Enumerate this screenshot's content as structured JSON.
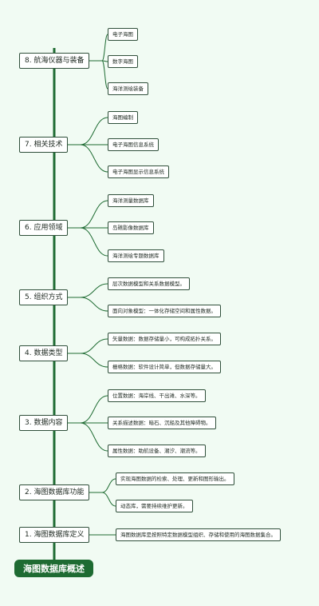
{
  "root": {
    "label": "海图数据库概述"
  },
  "colors": {
    "background": "#f1fbf3",
    "line": "#1e6b32",
    "root_fill": "#1e6b32",
    "node_border": "#2f4f3a"
  },
  "branches": [
    {
      "label": "8. 航海仪器与装备",
      "children": [
        "电子海图",
        "数字海图",
        "海洋测绘装备"
      ]
    },
    {
      "label": "7. 相关技术",
      "children": [
        "海图编制",
        "电子海图信息系统",
        "电子海图显示信息系统"
      ]
    },
    {
      "label": "6. 应用领域",
      "children": [
        "海洋测量数据库",
        "岛礁影像数据库",
        "海洋测绘专题数据库"
      ]
    },
    {
      "label": "5. 组织方式",
      "children": [
        "层次数据模型和关系数据模型。",
        "面向对象模型：一体化存储空间和属性数据。"
      ]
    },
    {
      "label": "4. 数据类型",
      "children": [
        "矢量数据：数据存储量小，可构成拓扑关系。",
        "栅格数据：软件设计简单，但数据存储量大。"
      ]
    },
    {
      "label": "3. 数据内容",
      "children": [
        "位置数据：海岸线、干出滩、水深等。",
        "关系描述数据：暗石、沉船及其他障碍物。",
        "属性数据：助航设备、潮汐、潮流等。"
      ]
    },
    {
      "label": "2. 海图数据库功能",
      "children": [
        "实现海图数据的检索、处理、更新和图形输出。",
        "动态库，需要持续维护更新。"
      ]
    },
    {
      "label": "1. 海图数据库定义",
      "children": [
        "海图数据库是按照特定数据模型组织、存储和使用的海图数据集合。"
      ]
    }
  ]
}
